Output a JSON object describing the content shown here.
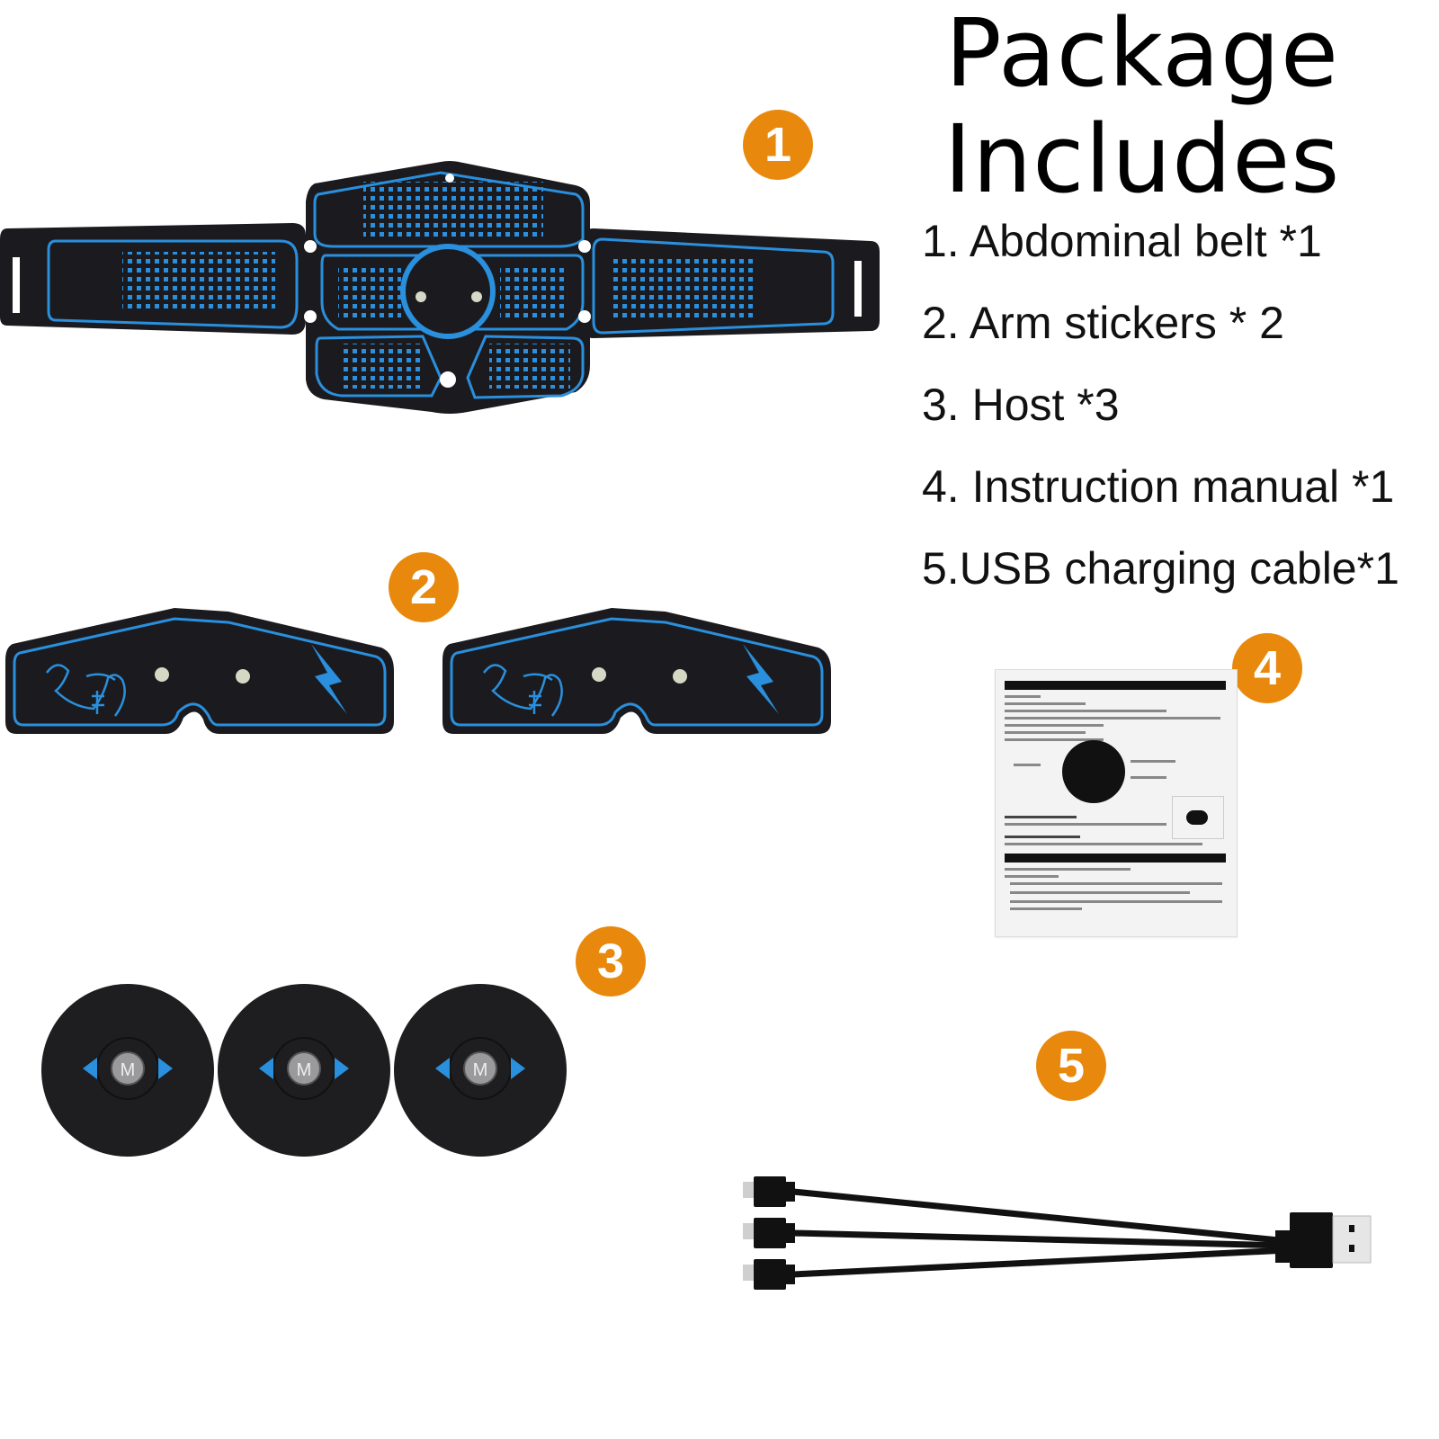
{
  "heading": {
    "line1": "Package",
    "line2": "Includes"
  },
  "package_list": [
    {
      "label": "1. Abdominal belt *1"
    },
    {
      "label": "2. Arm stickers * 2"
    },
    {
      "label": "3. Host *3"
    },
    {
      "label": "4. Instruction manual *1"
    },
    {
      "label": "5.USB charging cable*1"
    }
  ],
  "badges": [
    {
      "number": "1",
      "item": "abdominal-belt"
    },
    {
      "number": "2",
      "item": "arm-stickers"
    },
    {
      "number": "3",
      "item": "hosts"
    },
    {
      "number": "4",
      "item": "instruction-manual"
    },
    {
      "number": "5",
      "item": "usb-charging-cable"
    }
  ],
  "host_button": {
    "label": "M"
  },
  "colors": {
    "badge": "#e8890e",
    "accent_blue": "#2a8fdc",
    "device_black": "#1b1b1f",
    "background": "#ffffff"
  }
}
